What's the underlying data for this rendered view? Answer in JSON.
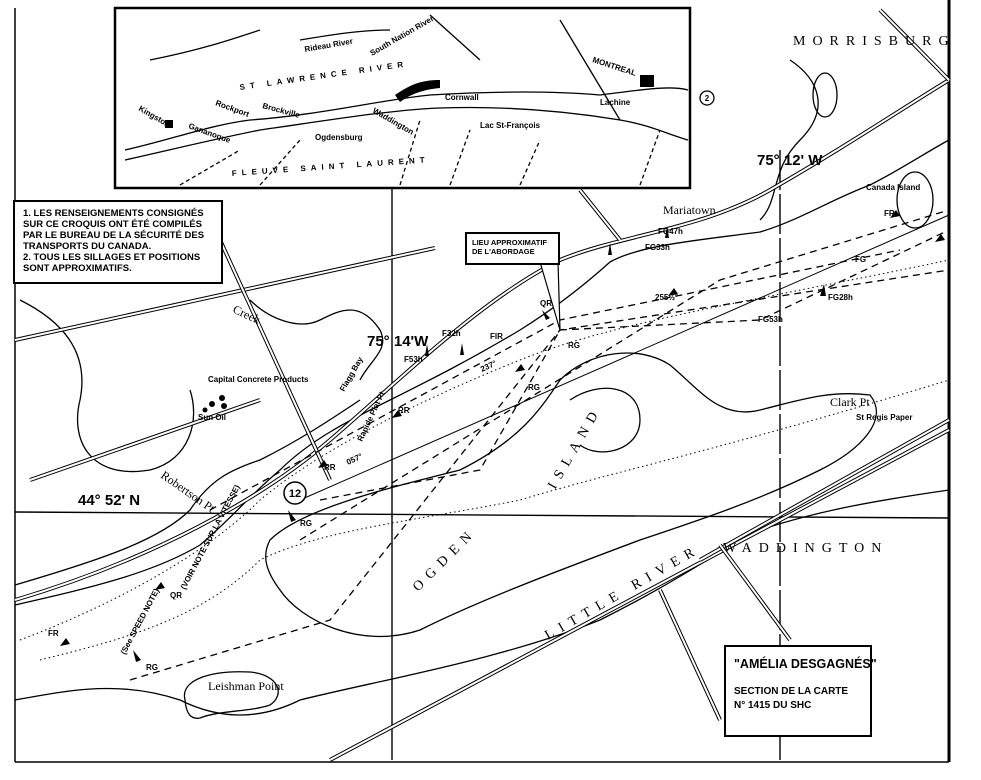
{
  "title_box": {
    "vessel": "\"AMÉLIA DESGAGNÉS\"",
    "line1": "SECTION DE LA CARTE",
    "line2": "N° 1415 DU SHC"
  },
  "notes": {
    "item1": "1. LES RENSEIGNEMENTS CONSIGNÉS SUR CE CROQUIS ONT ÉTÉ COMPILÉS PAR LE BUREAU DE LA SÉCURITÉ DES TRANSPORTS DU CANADA.",
    "item2": "2. TOUS LES SILLAGES ET POSITIONS SONT APPROXIMATIFS."
  },
  "collision_callout": "LIEU APPROXIMATIF DE L'ABORDAGE",
  "coordinates": {
    "lon_west": "75° 14'W",
    "lon_east": "75° 12' W",
    "lat": "44° 52' N"
  },
  "places": {
    "morrisburg": "MORRISBURG",
    "mariatown": "Mariatown",
    "canada_island": "Canada Island",
    "waddington": "WADDINGTON",
    "ogden": "OGDEN",
    "island": "ISLAND",
    "little_river": "LITTLE RIVER",
    "leishman_point": "Leishman Point",
    "clark_pt": "Clark Pt",
    "robertson_pt": "Robertson Pt",
    "rapide_plat_pt": "Rapide Plat Pt",
    "flagg_bay": "Flagg Bay",
    "creek": "Creek",
    "capital_concrete": "Capital Concrete Products",
    "sun_oil": "Sun Oil",
    "st_regis_paper": "St Regis Paper",
    "route_number": "2",
    "buoy_number": "12"
  },
  "speed_notes": {
    "fr": "(VOIR NOTE SUR LA VITESSE)",
    "en": "(See SPEED NOTE)"
  },
  "bearings": {
    "b237": "237°",
    "b057": "057°",
    "b255": "255½°"
  },
  "aids": {
    "fg47": "FG47h",
    "fg33": "FG33h",
    "f53": "F53h",
    "f32": "F32h",
    "fg28": "FG28h",
    "fg53": "FG53h",
    "fr": "FR",
    "fg": "FG",
    "qr": "QR",
    "rr": "RR",
    "rg": "RG",
    "flr": "FlR"
  },
  "inset": {
    "montreal": "MONTREAL",
    "kingston": "Kingston",
    "st_lawrence": "ST LAWRENCE RIVER",
    "fleuve": "FLEUVE SAINT LAURENT",
    "rideau_river": "Rideau River",
    "south_nation": "South Nation River",
    "lachine": "Lachine",
    "cornwall": "Cornwall",
    "brockville": "Brockville",
    "ogdensburg": "Ogdensburg",
    "lac_st_francois": "Lac St-François",
    "waddington": "Waddington",
    "gananoque": "Gananoque",
    "rockport": "Rockport"
  }
}
